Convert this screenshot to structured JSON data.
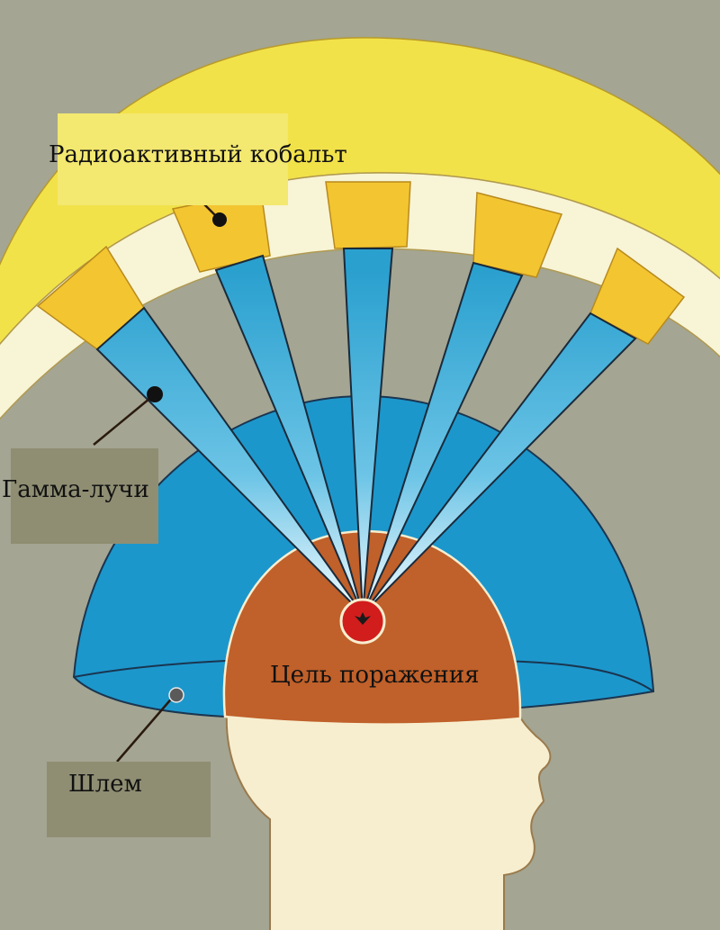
{
  "labels": {
    "cobalt": "Радиоактивный кобальт",
    "gamma": "Гамма-лучи",
    "target": "Цель поражения",
    "helmet": "Шлем"
  },
  "colors": {
    "background": "#a4a592",
    "cobalt_ring": "#f2e24a",
    "source_block": "#f3c531",
    "spacer": "#f8f4d6",
    "gamma_beam": "#2aa0cf",
    "helmet": "#1c97cc",
    "brain": "#c0602a",
    "target": "#d21d1d",
    "head": "#f7eecf",
    "label_box_light": "#f3e870",
    "label_box_dark": "#8f8e73",
    "outline": "#5a3a1a"
  }
}
